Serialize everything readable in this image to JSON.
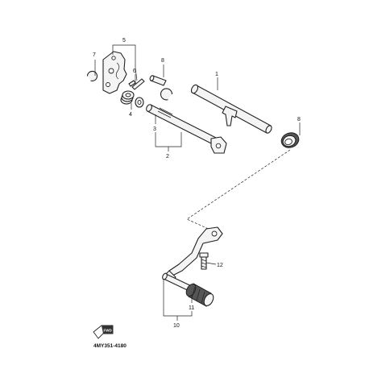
{
  "diagram": {
    "callouts": {
      "c1": "1",
      "c2": "2",
      "c3": "3",
      "c4": "4",
      "c5": "5",
      "c6": "6",
      "c7": "7",
      "c8a": "8",
      "c8b": "8",
      "c10": "10",
      "c11": "11",
      "c12": "12"
    },
    "drawing_code": "4MY351-4180",
    "front_badge": "FWD"
  }
}
